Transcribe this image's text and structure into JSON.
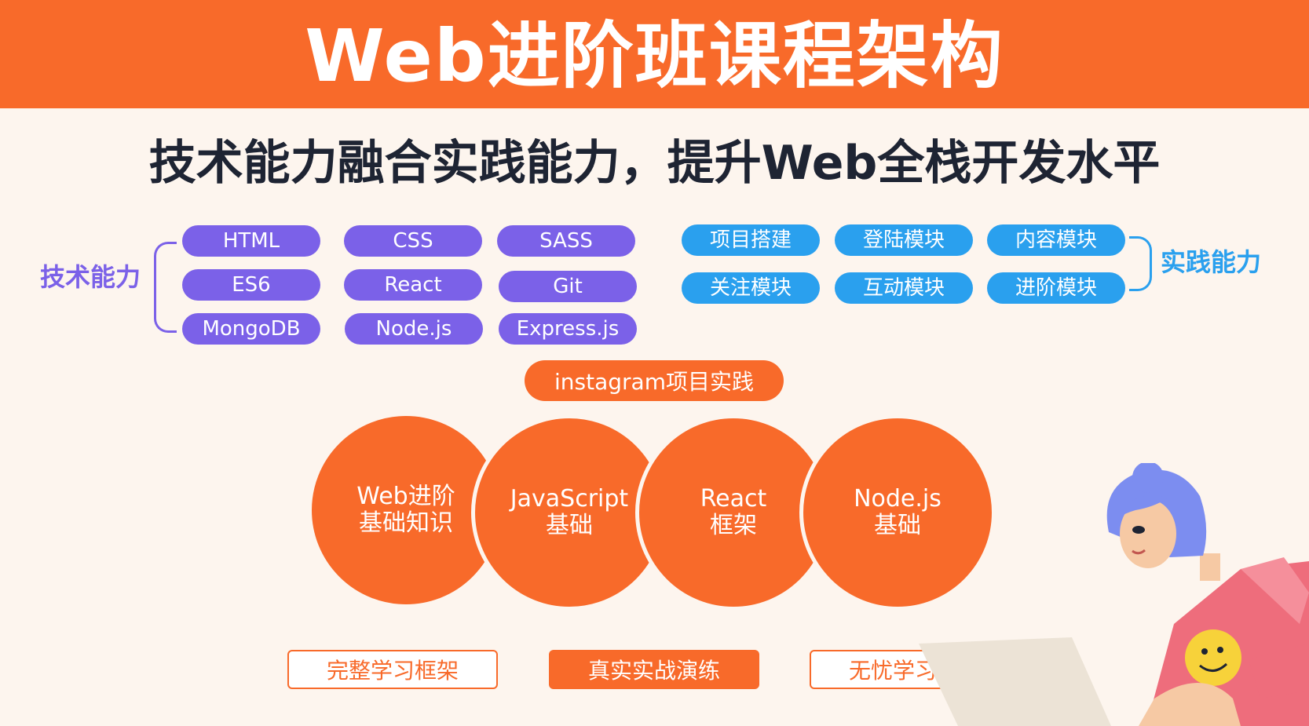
{
  "header": {
    "title": "Web进阶班课程架构"
  },
  "subtitle": "技术能力融合实践能力，提升Web全栈开发水平",
  "tech": {
    "label": "技术能力",
    "items": [
      "HTML",
      "CSS",
      "SASS",
      "ES6",
      "React",
      "Git",
      "MongoDB",
      "Node.js",
      "Express.js"
    ]
  },
  "practice": {
    "label": "实践能力",
    "items": [
      "项目搭建",
      "登陆模块",
      "内容模块",
      "关注模块",
      "互动模块",
      "进阶模块"
    ]
  },
  "project": {
    "label": "instagram项目实践"
  },
  "circles": [
    {
      "line1": "Web进阶",
      "line2": "基础知识"
    },
    {
      "line1": "JavaScript",
      "line2": "基础"
    },
    {
      "line1": "React",
      "line2": "框架"
    },
    {
      "line1": "Node.js",
      "line2": "基础"
    }
  ],
  "features": [
    "完整学习框架",
    "真实实战演练",
    "无忧学习体验"
  ],
  "colors": {
    "brand_orange": "#f86a2a",
    "tech_purple": "#7b61e8",
    "practice_blue": "#2aa0ee",
    "background": "#fdf5ee"
  }
}
